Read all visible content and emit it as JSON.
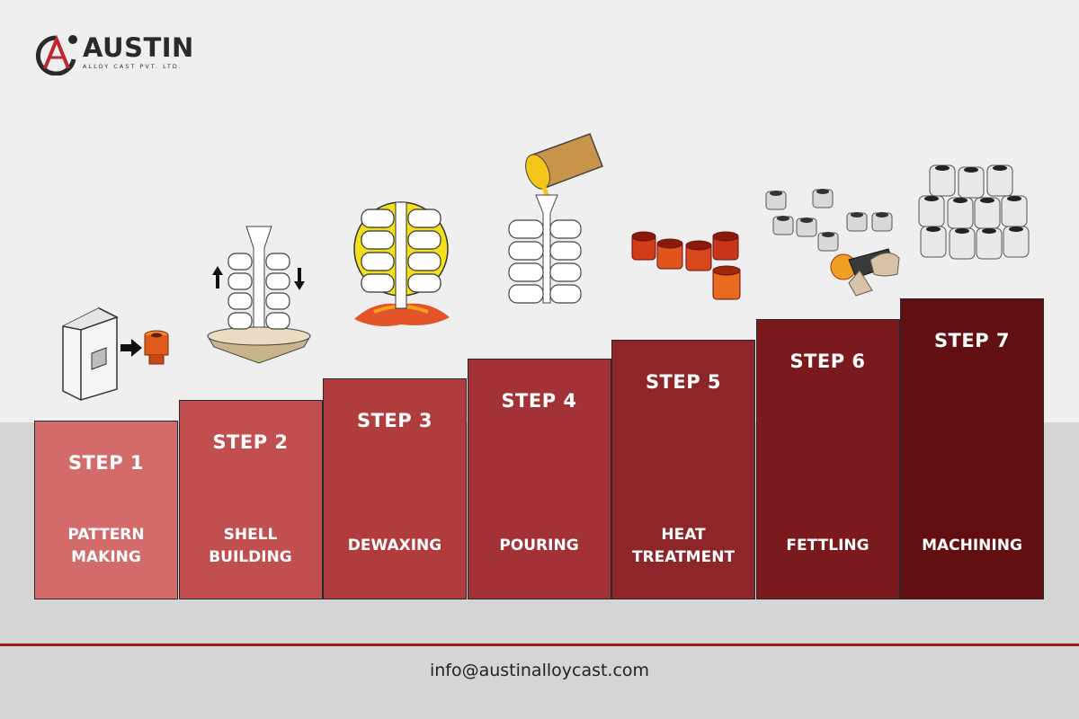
{
  "brand": {
    "name": "AUSTIN",
    "tagline": "ALLOY CAST PVT. LTD.",
    "colors": {
      "accent": "#c0272d",
      "dark": "#2a2a2a"
    }
  },
  "steps": [
    {
      "title": "STEP 1",
      "name_lines": [
        "PATTERN",
        "MAKING"
      ],
      "color": "#d46b6b"
    },
    {
      "title": "STEP 2",
      "name_lines": [
        "SHELL",
        "BUILDING"
      ],
      "color": "#c24f50"
    },
    {
      "title": "STEP 3",
      "name_lines": [
        "DEWAXING"
      ],
      "color": "#b03c3e"
    },
    {
      "title": "STEP 4",
      "name_lines": [
        "POURING"
      ],
      "color": "#a33236"
    },
    {
      "title": "STEP 5",
      "name_lines": [
        "HEAT",
        "TREATMENT"
      ],
      "color": "#8e2629"
    },
    {
      "title": "STEP 6",
      "name_lines": [
        "FETTLING"
      ],
      "color": "#7a1a1d"
    },
    {
      "title": "STEP 7",
      "name_lines": [
        "MACHINING"
      ],
      "color": "#620f12"
    }
  ],
  "footer": {
    "email": "info@austinalloycast.com"
  },
  "icons": [
    "logo-icon",
    "pattern-die-icon",
    "wax-tree-icon",
    "dewax-icon",
    "pouring-ladle-icon",
    "heated-castings-icon",
    "grinding-icon",
    "machined-parts-icon"
  ]
}
